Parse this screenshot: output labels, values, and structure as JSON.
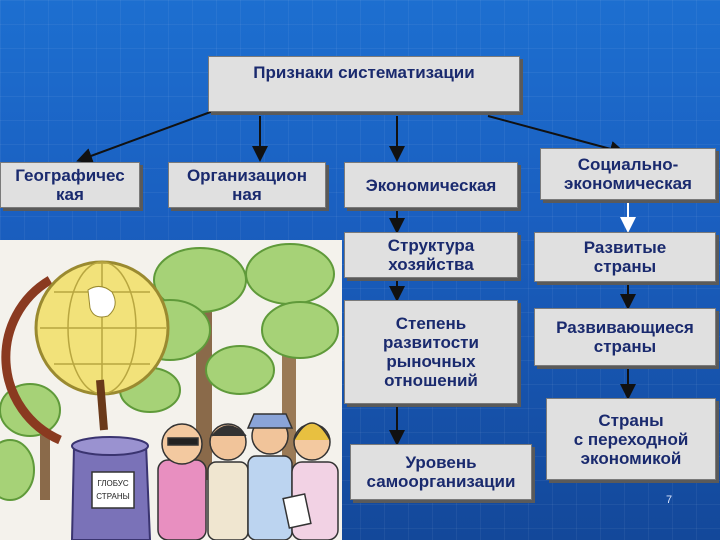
{
  "diagram": {
    "title": "Признаки систематизации",
    "categories": [
      "Географичес\nкая",
      "Организацион\nная",
      "Экономическая",
      "Социально-\nэкономическая"
    ],
    "economic_branch": [
      "Структура\nхозяйства",
      "Степень\nразвитости\nрыночных\nотношений",
      "Уровень\nсамоорганизации"
    ],
    "socioeconomic_branch": [
      "Развитые\nстраны",
      "Развивающиеся\nстраны",
      "Страны\nс переходной\nэкономикой"
    ]
  },
  "illustration": {
    "sign_text": "ГЛОБУС\nСТРАНЫ"
  },
  "slide_number": "7",
  "colors": {
    "background": "#1a5fc0",
    "box_fill": "#e0e0e0",
    "box_text": "#1a2a6e",
    "arrow": "#111111"
  }
}
